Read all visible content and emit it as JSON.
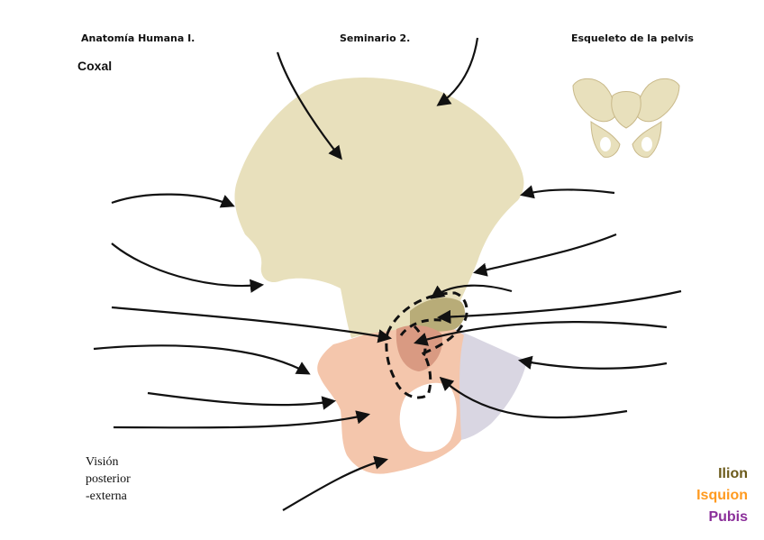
{
  "header": {
    "left": "Anatomía Humana I.",
    "center": "Seminario 2.",
    "right": "Esqueleto de la pelvis"
  },
  "bone_title": "Coxal",
  "view_label": [
    "Visión",
    "posterior",
    "-externa"
  ],
  "legend": [
    {
      "label": "Ilion",
      "color": "#6b5a1a"
    },
    {
      "label": "Isquion",
      "color": "#ff9a1f"
    },
    {
      "label": "Pubis",
      "color": "#8b2f9a"
    }
  ],
  "colors": {
    "ilium_fill": "#e8e0bc",
    "ischium_fill": "#f4c6ac",
    "pubis_fill": "#d9d6e2",
    "acetabulum_upper": "#b8ac78",
    "acetabulum_lower": "#d99a82",
    "arrow": "#111111"
  }
}
